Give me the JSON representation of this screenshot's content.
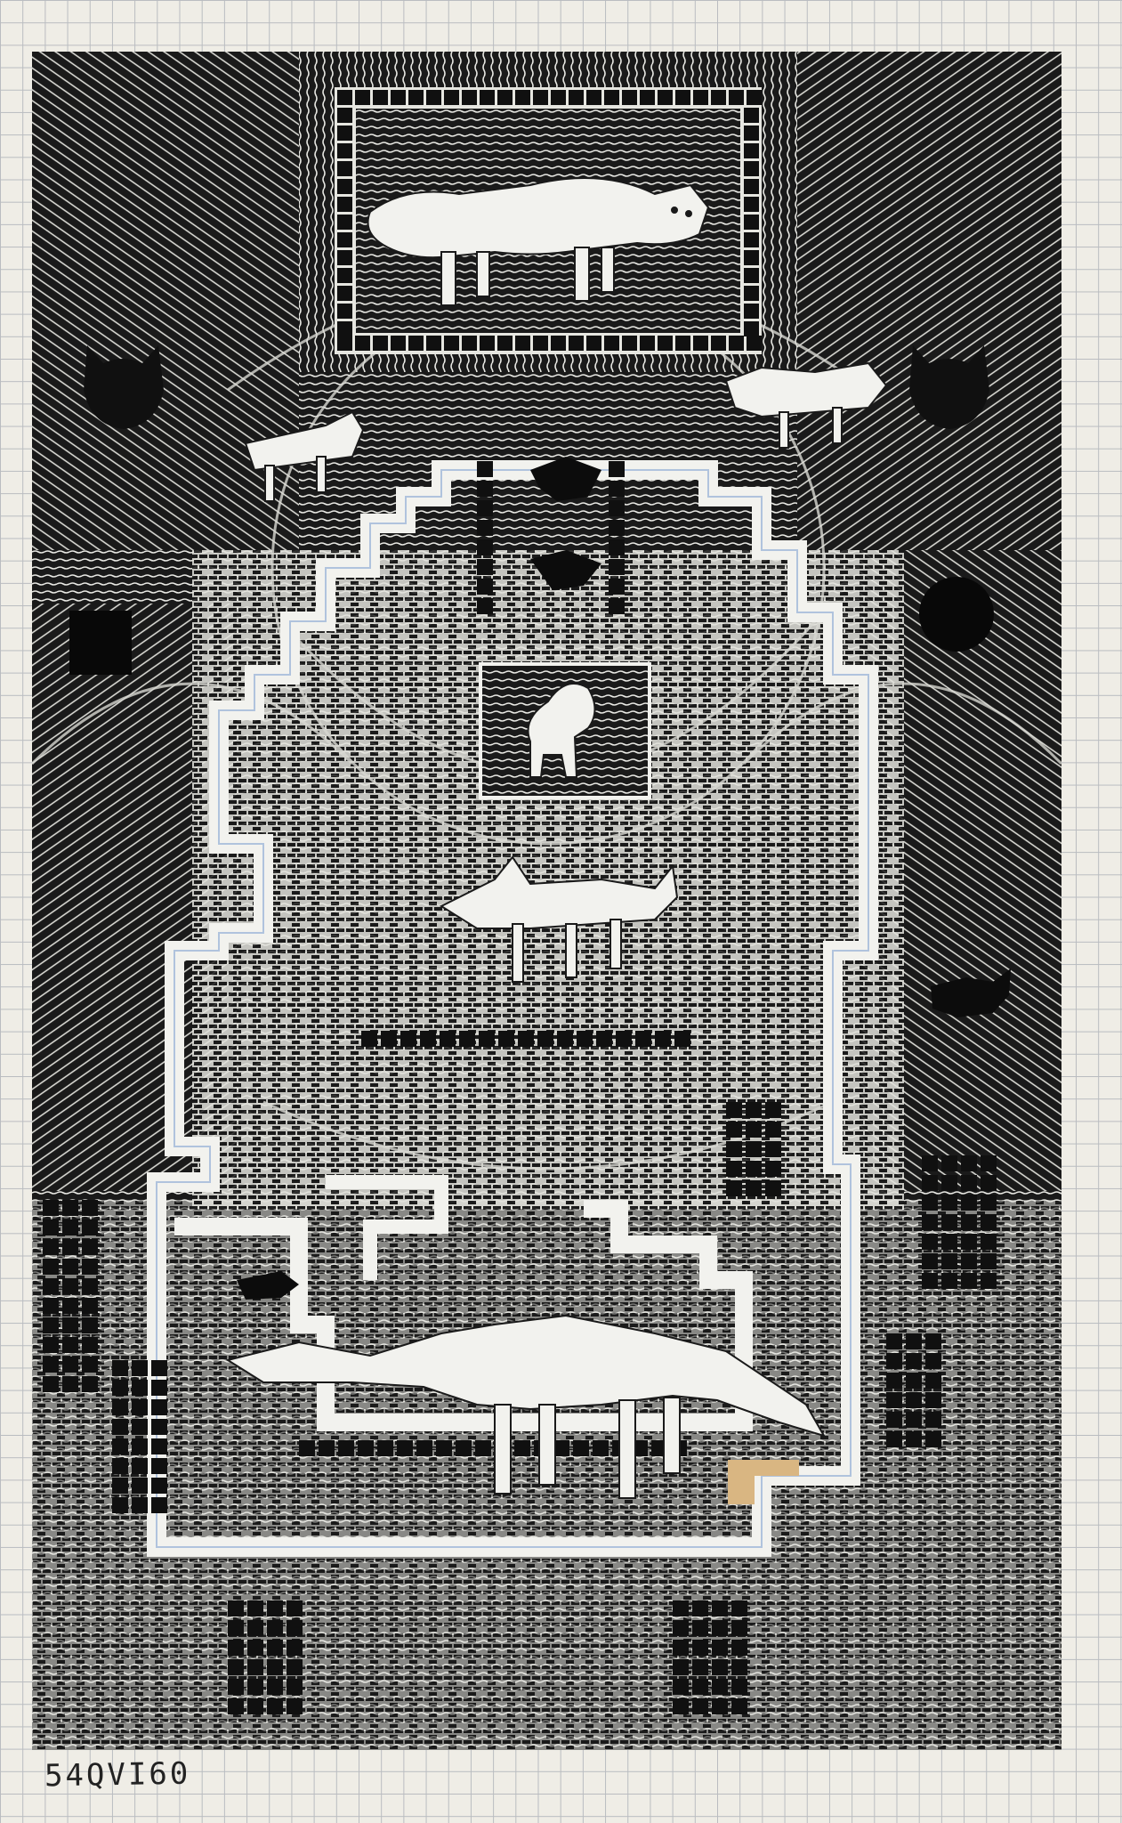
{
  "artwork": {
    "signature": "54QVI60",
    "palette": {
      "paper": "#efede6",
      "grid_line": "#b9bcc0",
      "ink": "#1a1a1a",
      "white_ink": "#f2f2ee",
      "tape_patch": "#d9b682",
      "blue_outline": "#9fb6d8"
    },
    "figures": [
      "cat-figure-top",
      "cat-silhouette-left",
      "cat-silhouette-right",
      "small-cat-left",
      "small-cat-right",
      "black-bird",
      "black-square",
      "black-circle",
      "monkey-figure",
      "dog-figure",
      "black-critter-right",
      "dinosaur-figure",
      "small-figure-bottom-left"
    ]
  }
}
